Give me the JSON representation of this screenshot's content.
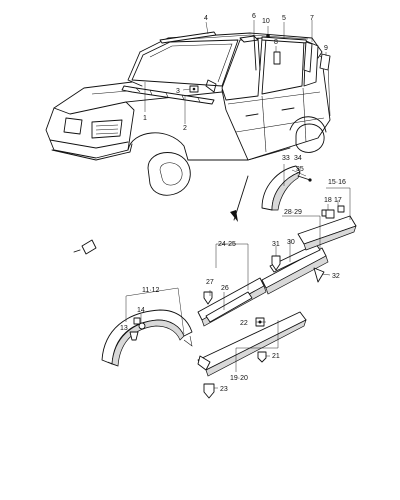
{
  "labels": {
    "l1": "1",
    "l2": "2",
    "l3": "3",
    "l4": "4",
    "l5": "5",
    "l6": "6",
    "l7": "7",
    "l8": "8",
    "l9": "9",
    "l10": "10",
    "l11_12": "11·12",
    "l13": "13",
    "l14": "14",
    "l15_16": "15·16",
    "l17": "17",
    "l18": "18",
    "l19_20": "19·20",
    "l21": "21",
    "l22": "22",
    "l23": "23",
    "l24_25": "24·25",
    "l26": "26",
    "l27": "27",
    "l28_29": "28·29",
    "l30": "30",
    "l31": "31",
    "l32": "32",
    "l33": "33",
    "l34": "34",
    "l35": "35"
  }
}
